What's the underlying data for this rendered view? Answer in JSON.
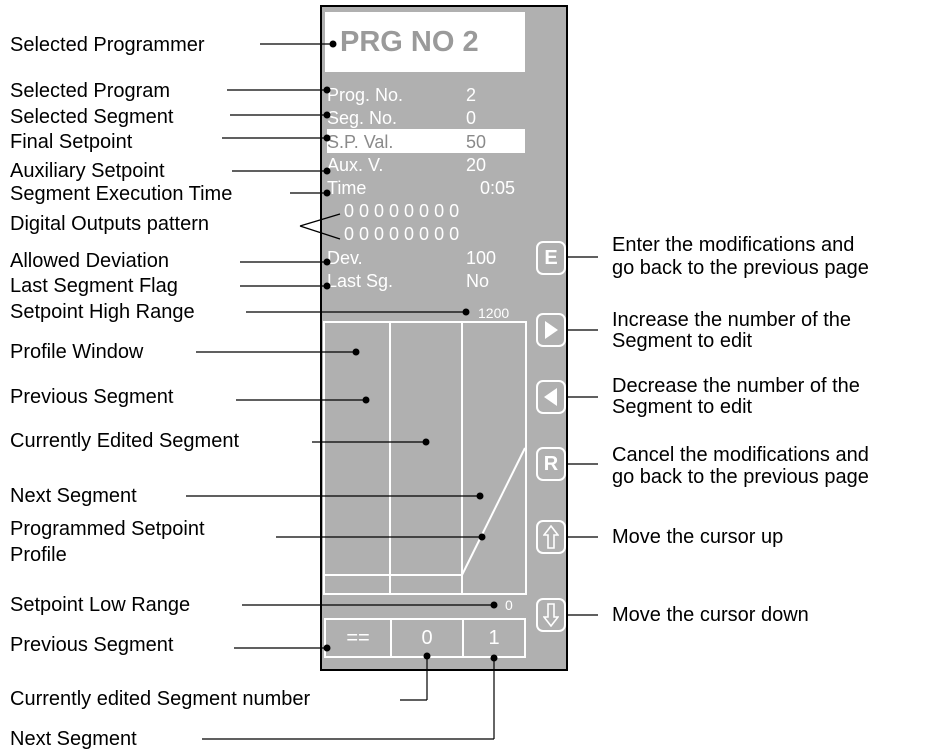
{
  "left_labels": {
    "selected_programmer": "Selected Programmer",
    "selected_program": "Selected Program",
    "selected_segment": "Selected Segment",
    "final_setpoint": "Final Setpoint",
    "auxiliary_setpoint": "Auxiliary Setpoint",
    "segment_execution_time": "Segment Execution Time",
    "digital_outputs_pattern": "Digital Outputs pattern",
    "allowed_deviation": "Allowed Deviation",
    "last_segment_flag": "Last Segment Flag",
    "setpoint_high_range": "Setpoint High Range",
    "profile_window": "Profile Window",
    "previous_segment": "Previous Segment",
    "currently_edited_segment": "Currently Edited Segment",
    "next_segment": "Next Segment",
    "programmed_setpoint_profile_1": "Programmed Setpoint",
    "programmed_setpoint_profile_2": "Profile",
    "setpoint_low_range": "Setpoint Low Range",
    "previous_segment_bottom": "Previous Segment",
    "currently_edited_segment_number": "Currently edited Segment number",
    "next_segment_bottom": "Next Segment"
  },
  "right_labels": {
    "enter_1": "Enter the modifications and",
    "enter_2": "go back to the previous page",
    "increase_1": "Increase the number of the",
    "increase_2": "Segment to edit",
    "decrease_1": "Decrease the number of the",
    "decrease_2": "Segment to edit",
    "cancel_1": "Cancel the modifications and",
    "cancel_2": "go back to the previous page",
    "up": "Move the cursor up",
    "down": "Move the cursor down"
  },
  "display": {
    "title": "PRG NO 2",
    "prog_no_label": "Prog. No.",
    "prog_no_value": "2",
    "seg_no_label": "Seg. No.",
    "seg_no_value": "0",
    "sp_val_label": "S.P. Val.",
    "sp_val_value": "50",
    "aux_v_label": "Aux. V.",
    "aux_v_value": "20",
    "time_label": "Time",
    "time_value": "0:05",
    "outputs_row_1": "0 0 0 0 0 0 0 0",
    "outputs_row_2": "0 0 0 0 0 0 0 0",
    "dev_label": "Dev.",
    "dev_value": "100",
    "last_sg_label": "Last Sg.",
    "last_sg_value": "No",
    "high_range": "1200",
    "low_range": "0",
    "prev_segment_number": "==",
    "current_segment_number": "0",
    "next_segment_number": "1"
  },
  "keys": {
    "enter": "E",
    "cancel": "R"
  },
  "colors": {
    "panel": "#b0b0b0",
    "header_bg": "#ffffff",
    "title_text": "#9a9a9a",
    "display_text": "#ffffff"
  }
}
